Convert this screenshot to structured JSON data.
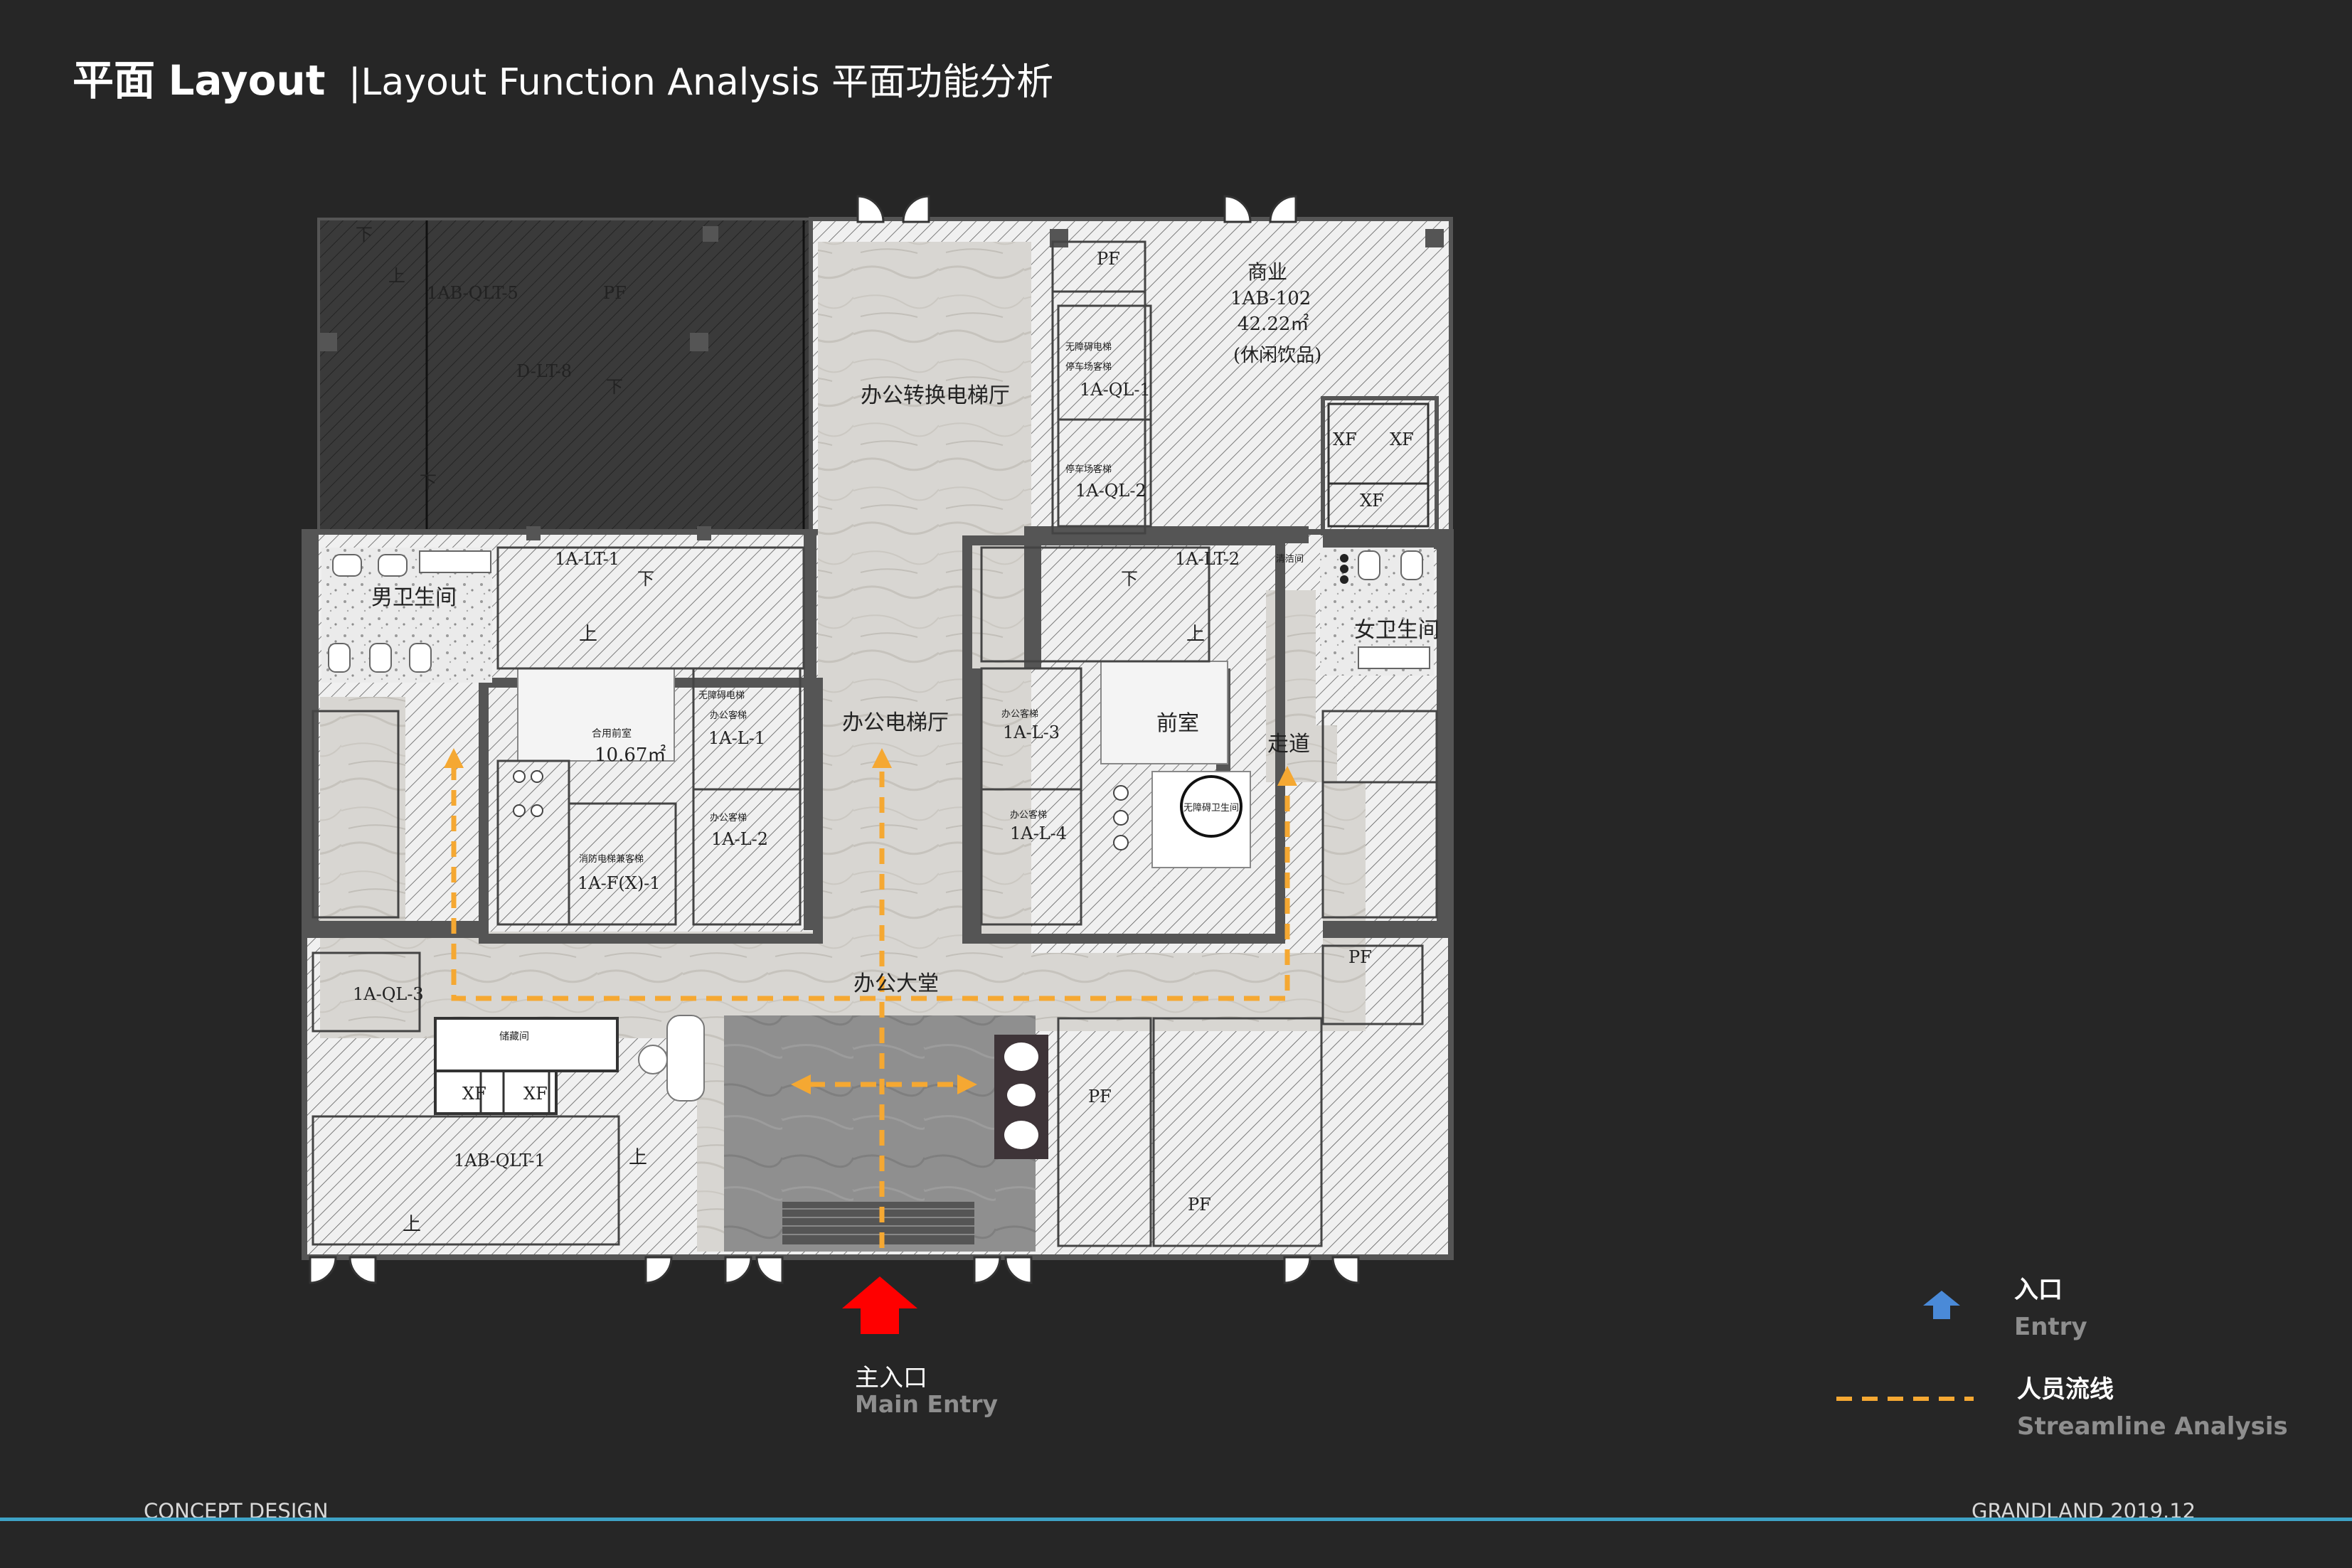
{
  "header": {
    "title_cn": "平面",
    "title_en": "Layout",
    "subtitle": "|Layout Function Analysis 平面功能分析"
  },
  "plan": {
    "rooms": {
      "office_transfer_elevator_hall": "办公转换电梯厅",
      "office_elevator_hall": "办公电梯厅",
      "office_lobby": "办公大堂",
      "mens_restroom": "男卫生间",
      "womens_restroom": "女卫生间",
      "anteroom": "前室",
      "corridor": "走道",
      "commercial_name": "商业",
      "commercial_code": "1AB-102",
      "commercial_area": "42.22㎡",
      "commercial_use": "(休闲饮品)",
      "shared_room_name": "合用前室",
      "shared_room_area": "10.67㎡",
      "accessible_restroom": "无障碍卫生间",
      "storage": "储藏间",
      "cleaning_room": "清洁间"
    },
    "codes": {
      "qlt5": "1AB-QLT-5",
      "lt8": "D-LT-8",
      "ql1": "1A-QL-1",
      "ql2": "1A-QL-2",
      "ql3": "1A-QL-3",
      "lt1": "1A-LT-1",
      "lt2": "1A-LT-2",
      "l1": "1A-L-1",
      "l2": "1A-L-2",
      "l3": "1A-L-3",
      "l4": "1A-L-4",
      "fx1": "1A-F(X)-1",
      "qlt1": "1AB-QLT-1"
    },
    "marks": {
      "pf": "PF",
      "xf": "XF",
      "up": "上",
      "down": "下",
      "office_elevator": "办公客梯",
      "accessible_elevator": "无障碍电梯",
      "parking_elevator": "停车场客梯",
      "fire_elevator": "消防电梯兼客梯"
    }
  },
  "main_entry": {
    "label_cn": "主入口",
    "label_en": "Main Entry"
  },
  "legend": {
    "entry_cn": "入口",
    "entry_en": "Entry",
    "flow_cn": "人员流线",
    "flow_en": "Streamline Analysis"
  },
  "footer": {
    "left": "CONCEPT DESIGN",
    "right": "GRANDLAND 2019.12"
  },
  "colors": {
    "background": "#262626",
    "flow_line": "#f5a832",
    "main_entry_arrow": "#ff0000",
    "entry_arrow": "#4a8ad8",
    "footer_line": "#3ea2c6",
    "wall": "#555555"
  }
}
